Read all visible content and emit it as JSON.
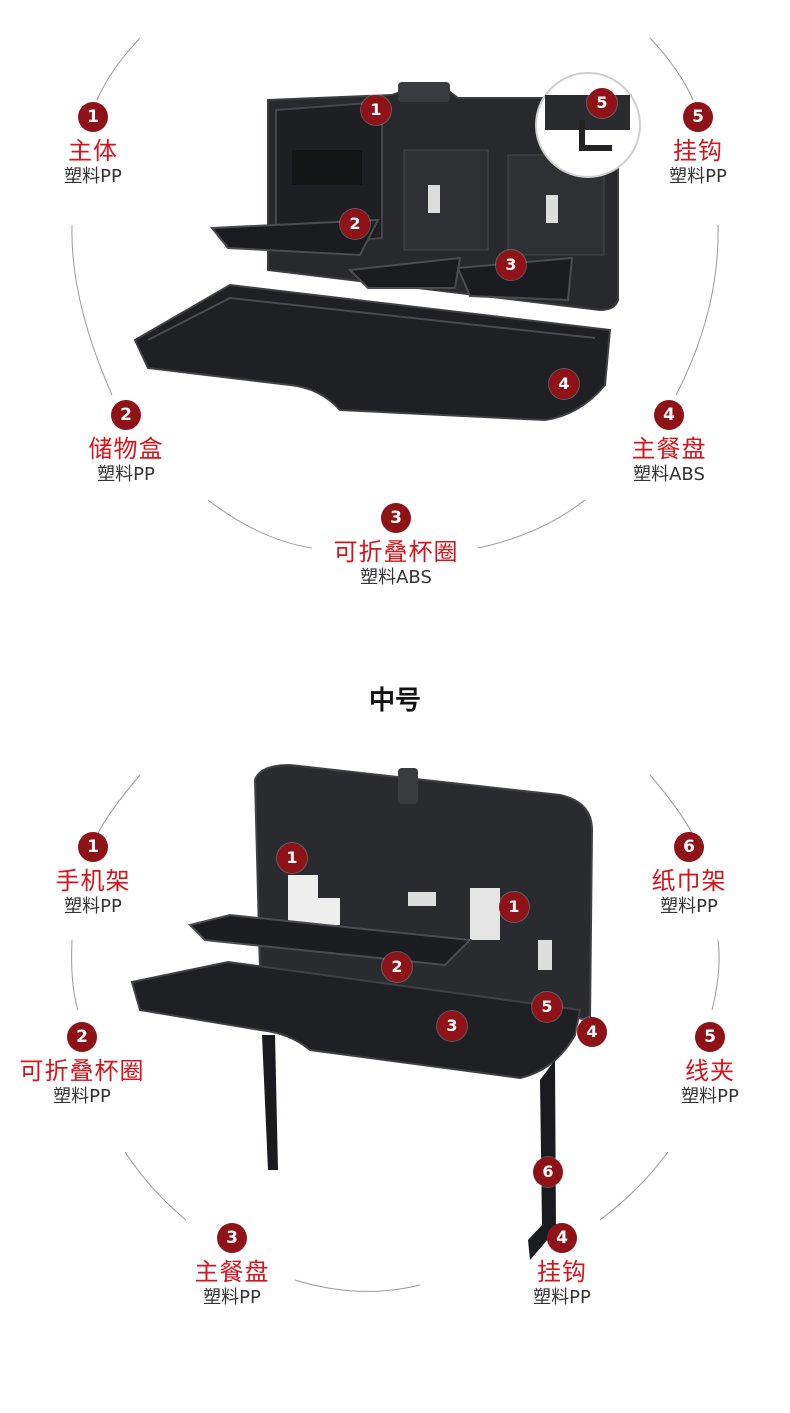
{
  "colors": {
    "badge": "#8e1218",
    "label_red": "#d6141c",
    "product": "#232427"
  },
  "large": {
    "labels": [
      {
        "num": "1",
        "title": "主体",
        "material": "塑料PP"
      },
      {
        "num": "2",
        "title": "储物盒",
        "material": "塑料PP"
      },
      {
        "num": "3",
        "title": "可折叠杯圈",
        "material": "塑料ABS"
      },
      {
        "num": "4",
        "title": "主餐盘",
        "material": "塑料ABS"
      },
      {
        "num": "5",
        "title": "挂钩",
        "material": "塑料PP"
      }
    ]
  },
  "medium": {
    "title": "中号",
    "labels": [
      {
        "num": "1",
        "title": "手机架",
        "material": "塑料PP"
      },
      {
        "num": "2",
        "title": "可折叠杯圈",
        "material": "塑料PP"
      },
      {
        "num": "3",
        "title": "主餐盘",
        "material": "塑料PP"
      },
      {
        "num": "4",
        "title": "挂钩",
        "material": "塑料PP"
      },
      {
        "num": "5",
        "title": "线夹",
        "material": "塑料PP"
      },
      {
        "num": "6",
        "title": "纸巾架",
        "material": "塑料PP"
      }
    ]
  }
}
